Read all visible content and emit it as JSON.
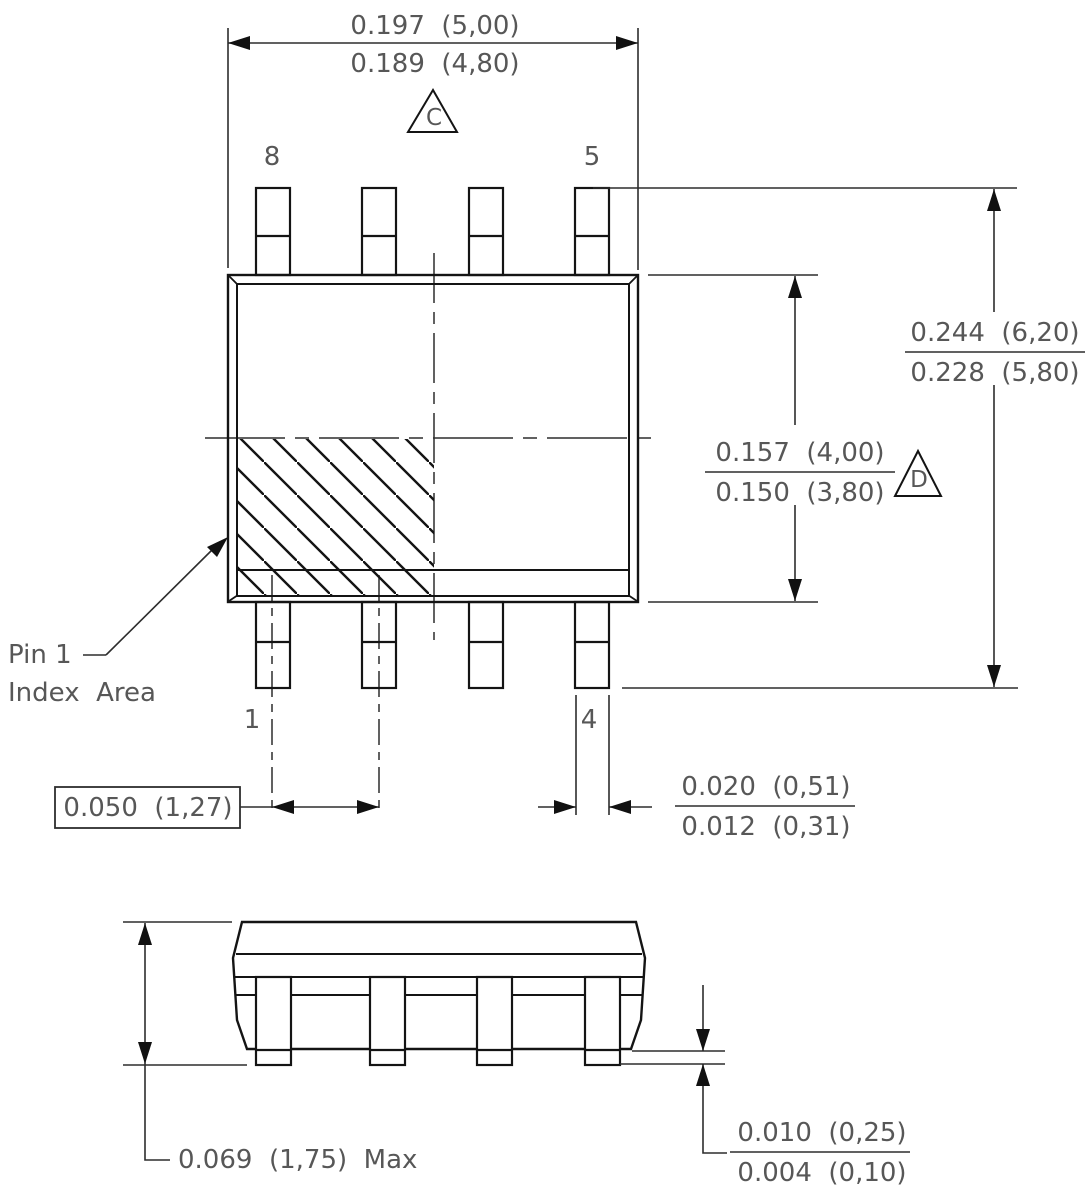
{
  "dims": {
    "body_length_max": "0.197  (5,00)",
    "body_length_min": "0.189  (4,80)",
    "lead_span_max": "0.244  (6,20)",
    "lead_span_min": "0.228  (5,80)",
    "body_width_max": "0.157  (4,00)",
    "body_width_min": "0.150  (3,80)",
    "pitch": "0.050  (1,27)",
    "lead_width_max": "0.020  (0,51)",
    "lead_width_min": "0.012  (0,31)",
    "height_max": "0.069  (1,75)  Max",
    "standoff_max": "0.010  (0,25)",
    "standoff_min": "0.004  (0,10)"
  },
  "labels": {
    "pin_top_left": "8",
    "pin_top_right": "5",
    "pin_bottom_left": "1",
    "pin_bottom_right": "4",
    "index_note_line1": "Pin 1",
    "index_note_line2": "Index  Area",
    "datum_c": "C",
    "datum_d": "D"
  },
  "colors": {
    "object_line": "#141414",
    "dimension_line": "#2d2d2d",
    "text": "#575757",
    "background": "#ffffff"
  }
}
